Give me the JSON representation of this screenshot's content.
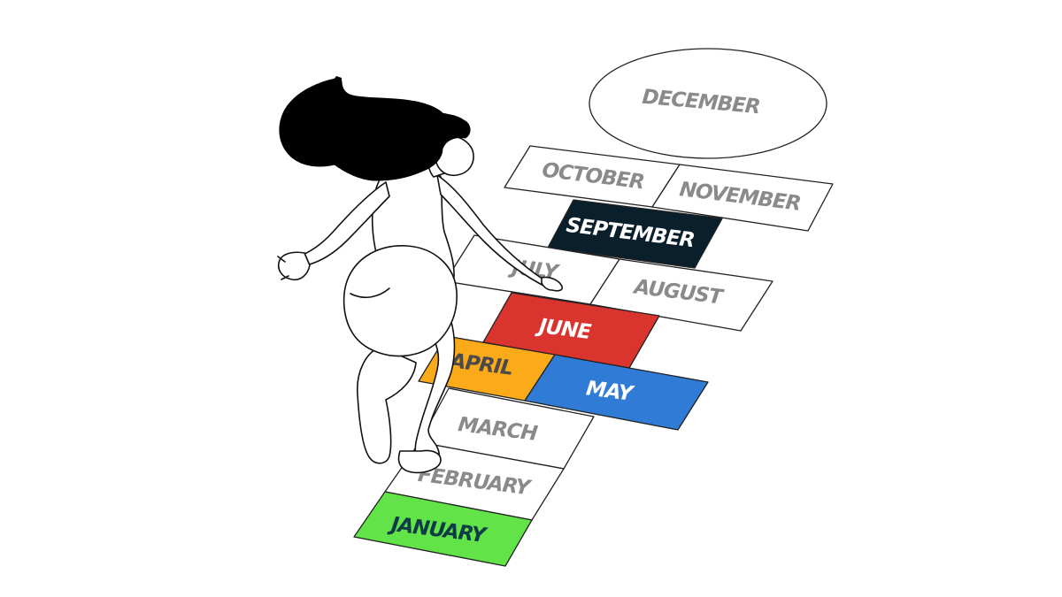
{
  "colors": {
    "background": "#ffffff",
    "outline": "#222222",
    "plain_tile": "#ffffff",
    "plain_text": "#8a8a8a",
    "hair": "#000000"
  },
  "months": {
    "january": {
      "label": "JANUARY",
      "fill": "#62e449",
      "text_color": "#0d3b46"
    },
    "february": {
      "label": "FEBRUARY",
      "fill": "#ffffff",
      "text_color": "#8a8a8a"
    },
    "march": {
      "label": "MARCH",
      "fill": "#ffffff",
      "text_color": "#8a8a8a"
    },
    "april": {
      "label": "APRIL",
      "fill": "#fbaa19",
      "text_color": "#4a4a4a"
    },
    "may": {
      "label": "MAY",
      "fill": "#2f7bd6",
      "text_color": "#ffffff"
    },
    "june": {
      "label": "JUNE",
      "fill": "#d9342d",
      "text_color": "#ffffff"
    },
    "july": {
      "label": "JULY",
      "fill": "#ffffff",
      "text_color": "#8a8a8a"
    },
    "august": {
      "label": "AUGUST",
      "fill": "#ffffff",
      "text_color": "#8a8a8a"
    },
    "september": {
      "label": "SEPTEMBER",
      "fill": "#0a1f2c",
      "text_color": "#ffffff"
    },
    "october": {
      "label": "OCTOBER",
      "fill": "#ffffff",
      "text_color": "#8a8a8a"
    },
    "november": {
      "label": "NOVEMBER",
      "fill": "#ffffff",
      "text_color": "#8a8a8a"
    },
    "december": {
      "label": "DECEMBER",
      "fill": "#ffffff",
      "text_color": "#8a8a8a"
    }
  }
}
